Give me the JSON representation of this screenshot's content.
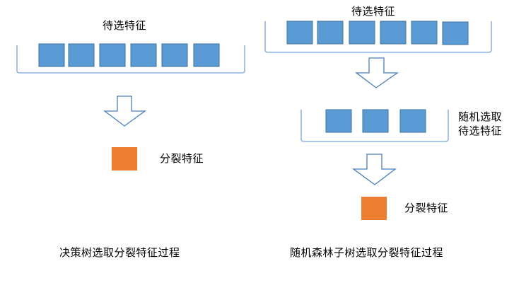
{
  "colors": {
    "candidate_fill": "#5b9bd5",
    "candidate_stroke": "#41719c",
    "split_fill": "#ed7d31",
    "bracket_stroke": "#8eb4e3",
    "arrow_fill": "#ffffff",
    "arrow_stroke": "#4a7ebb"
  },
  "left_panel": {
    "candidate_label": "待选特征",
    "candidate_count": 6,
    "split_label": "分裂特征",
    "caption": "决策树选取分裂特征过程"
  },
  "right_panel": {
    "candidate_label": "待选特征",
    "candidate_count": 6,
    "random_label_line1": "随机选取",
    "random_label_line2": "待选特征",
    "random_count": 3,
    "split_label": "分裂特征",
    "caption": "随机森林子树选取分裂特征过程"
  }
}
